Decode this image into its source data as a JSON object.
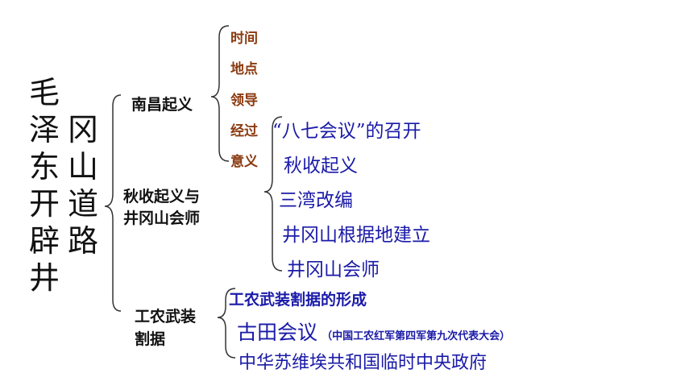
{
  "title": {
    "col1": [
      "毛",
      "泽",
      "东",
      "开",
      "辟",
      "井"
    ],
    "col2": [
      "冈",
      "山",
      "道",
      "路"
    ]
  },
  "branches": {
    "nanchang": "南昌起义",
    "qiushou_line1": "秋收起义与",
    "qiushou_line2": "井冈山会师",
    "gongnong_line1": "工农武装",
    "gongnong_line2": "割据"
  },
  "nanchang_items": [
    "时间",
    "地点",
    "领导",
    "经过",
    "意义"
  ],
  "qiushou_items": [
    "“八七会议”的召开",
    "秋收起义",
    "三湾改编",
    "井冈山根据地建立",
    "井冈山会师"
  ],
  "gongnong_items": {
    "item1": "工农武装割据的形成",
    "item2_main": "古田会议",
    "item2_note": "（中国工农红军第四军第九次代表大会）",
    "item3": "中华苏维埃共和国临时中央政府"
  },
  "colors": {
    "text": "#111111",
    "brown": "#8B3A0F",
    "blue": "#1a1aa8",
    "bracket": "#333333"
  }
}
